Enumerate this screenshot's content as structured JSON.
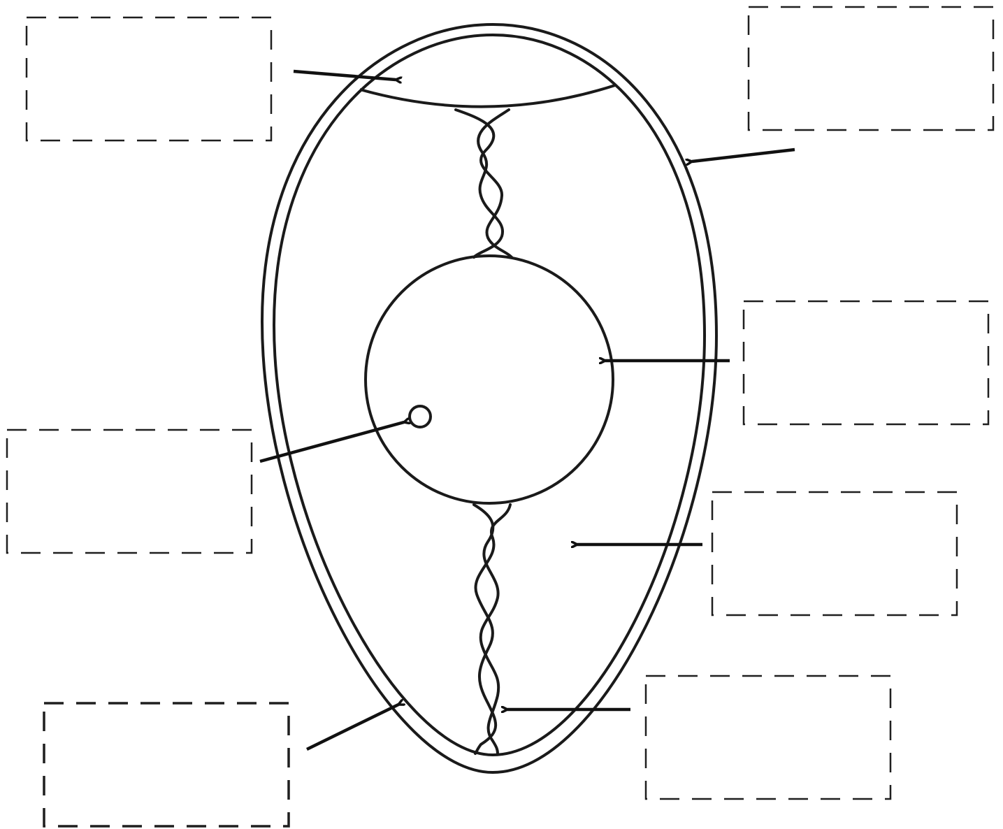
{
  "diagram": {
    "labels": [
      {
        "id": "air-cell",
        "text": ""
      },
      {
        "id": "shell",
        "text": ""
      },
      {
        "id": "yolk",
        "text": ""
      },
      {
        "id": "germinal-disc",
        "text": ""
      },
      {
        "id": "albumen",
        "text": ""
      },
      {
        "id": "shell-membrane",
        "text": ""
      },
      {
        "id": "chalaza",
        "text": ""
      }
    ],
    "colors": {
      "stroke": "#1a1a1a",
      "background": "#ffffff"
    }
  }
}
